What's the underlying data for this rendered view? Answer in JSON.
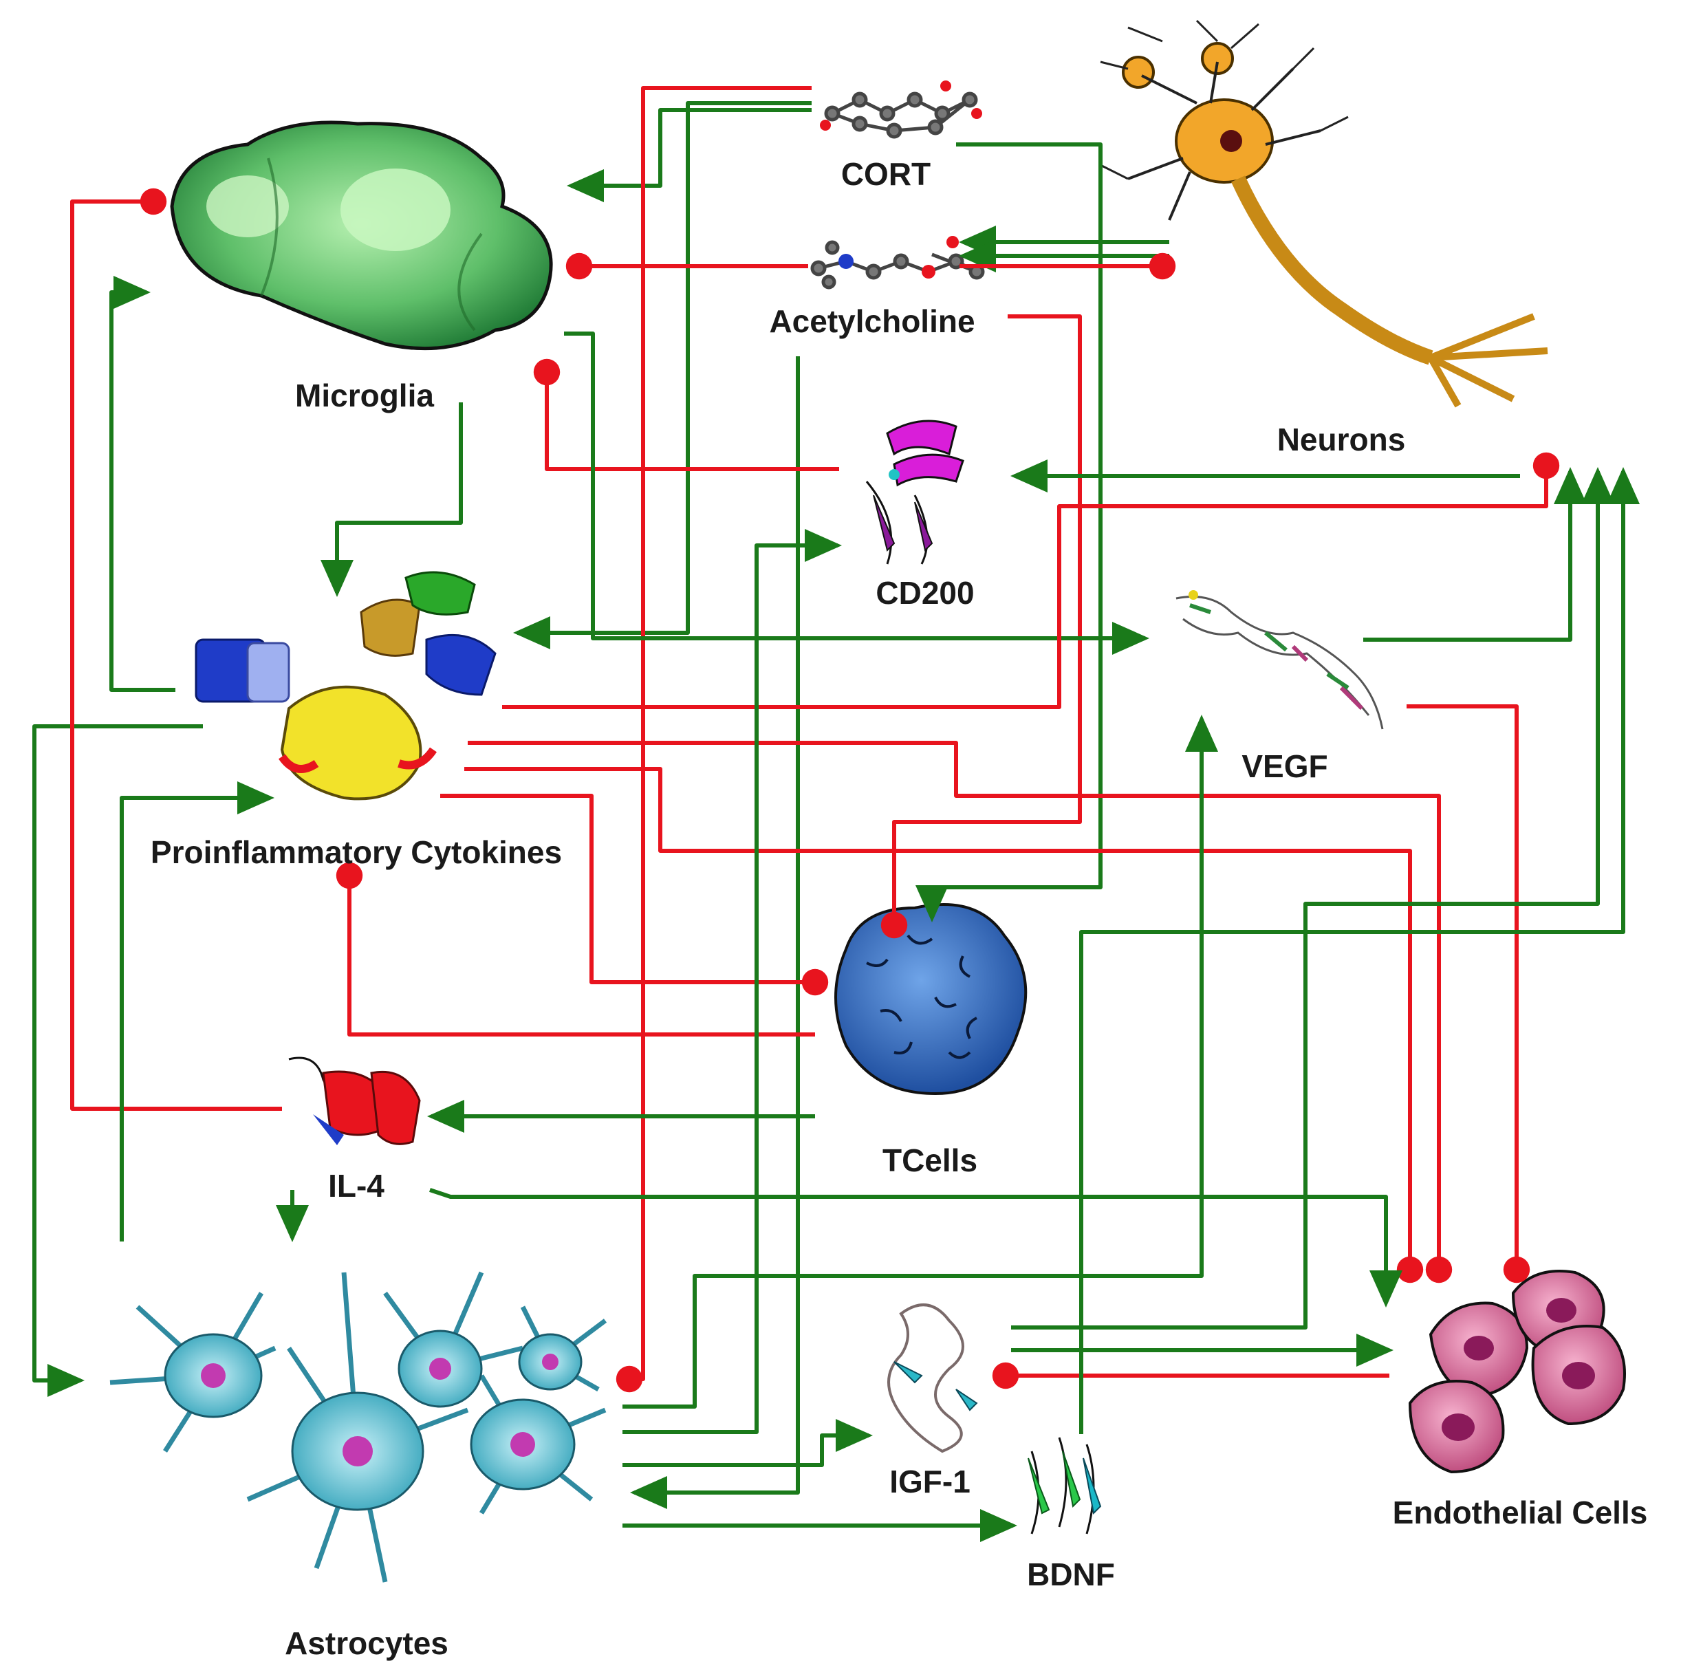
{
  "colors": {
    "activate": "#1a7a1a",
    "inhibit": "#e8141e"
  },
  "labels": {
    "microglia": "Microglia",
    "cort": "CORT",
    "acetylcholine": "Acetylcholine",
    "neurons": "Neurons",
    "cd200": "CD200",
    "vegf": "VEGF",
    "cytokines": "Proinflammatory Cytokines",
    "tcells": "TCells",
    "il4": "IL-4",
    "astrocytes": "Astrocytes",
    "igf1": "IGF-1",
    "bdnf": "BDNF",
    "endothelial": "Endothelial Cells"
  },
  "icons": [
    "microglia-cell-icon",
    "cort-molecule-icon",
    "acetylcholine-molecule-icon",
    "neuron-cell-icon",
    "cd200-protein-icon",
    "vegf-protein-icon",
    "cytokines-protein-icon",
    "tcell-icon",
    "il4-protein-icon",
    "astrocytes-cell-icon",
    "igf1-protein-icon",
    "bdnf-protein-icon",
    "endothelial-cells-icon"
  ]
}
